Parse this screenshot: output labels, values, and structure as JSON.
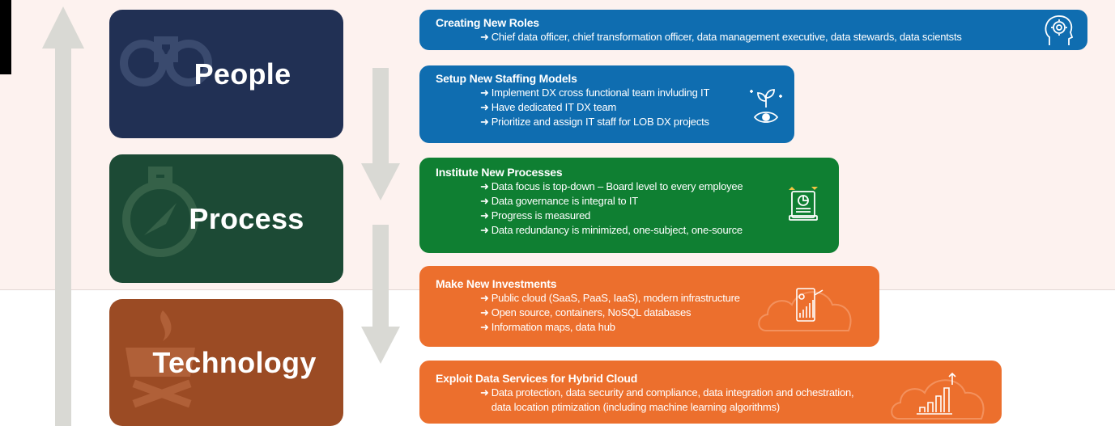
{
  "colors": {
    "people": "#213054",
    "process": "#1c4a35",
    "technology": "#9b4b24",
    "card_blue": "#0f6db0",
    "card_green": "#0f7f32",
    "card_orange": "#ec6f2d",
    "arrow": "#d9d9d4"
  },
  "pillars": [
    {
      "label": "People",
      "icon": "binoculars-icon"
    },
    {
      "label": "Process",
      "icon": "compass-icon"
    },
    {
      "label": "Technology",
      "icon": "campfire-icon"
    }
  ],
  "cards": [
    {
      "title": "Creating New Roles",
      "items": [
        "Chief data officer, chief transformation officer, data management executive, data stewards, data scientsts"
      ],
      "icon": "head-gear-icon"
    },
    {
      "title": "Setup New Staffing Models",
      "items": [
        "Implement DX cross functional team invluding IT",
        "Have dedicated IT DX team",
        "Prioritize and assign IT staff for LOB DX projects"
      ],
      "icon": "growth-vision-icon"
    },
    {
      "title": "Institute New Processes",
      "items": [
        "Data focus is top-down – Board level to every employee",
        "Data governance is integral to IT",
        "Progress is measured",
        "Data redundancy is minimized, one-subject, one-source"
      ],
      "icon": "report-icon"
    },
    {
      "title": "Make New Investments",
      "items": [
        "Public cloud (SaaS, PaaS, IaaS), modern infrastructure",
        "Open source, containers, NoSQL databases",
        "Information maps, data hub"
      ],
      "icon": "cloud-device-icon"
    },
    {
      "title": "Exploit Data Services for Hybrid Cloud",
      "items": [
        "Data protection, data security and compliance, data integration and ochestration,",
        "data location ptimization (including machine learning algorithms)"
      ],
      "icon": "bar-growth-icon"
    }
  ]
}
